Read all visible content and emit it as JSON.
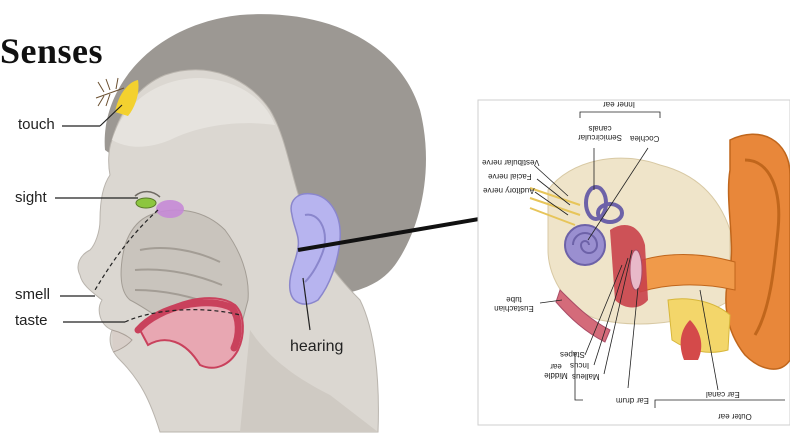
{
  "title": "Senses",
  "head_labels": {
    "touch": "touch",
    "sight": "sight",
    "smell": "smell",
    "taste": "taste",
    "hearing": "hearing"
  },
  "ear_labels": {
    "inner_ear": "Inner ear",
    "semicircular_canals": "Semicircular canals",
    "cochlea": "Cochlea",
    "vestibular_nerve": "Vestibular nerve",
    "facial_nerve": "Facial nerve",
    "auditory_nerve": "Auditory nerve",
    "eustachian_tube": "Eustachian tube",
    "stapes": "Stapes",
    "incus": "Incus",
    "malleus": "Malleus",
    "middle_ear": "Middle ear",
    "ear_drum": "Ear drum",
    "ear_canal": "Ear canal",
    "outer_ear": "Outer ear"
  },
  "colors": {
    "skin": "#d9d5cf",
    "hair": "#9a9590",
    "ear_highlight": "#b7b4ef",
    "mouth": "#c9415c",
    "touch_spot": "#f3d12f",
    "eye": "#8cc63f",
    "nasal": "#c58ad6",
    "inset_bg": "#ede4d3",
    "outer_ear": "#e8873a",
    "cochlea": "#9a8fd0"
  }
}
